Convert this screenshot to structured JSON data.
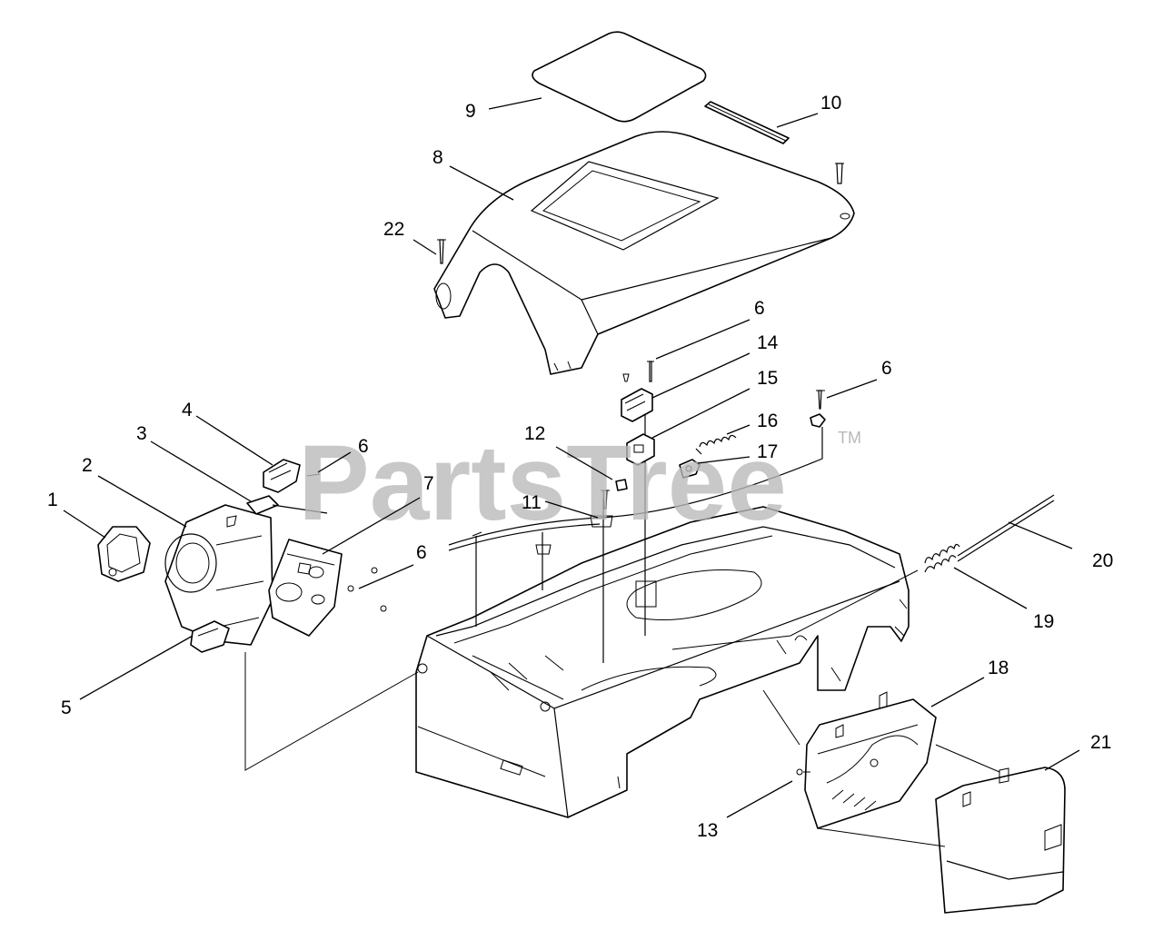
{
  "watermark": {
    "brand": "PartsTree",
    "trademark": "TM"
  },
  "callouts": [
    {
      "id": "c1",
      "label": "1"
    },
    {
      "id": "c2",
      "label": "2"
    },
    {
      "id": "c3",
      "label": "3"
    },
    {
      "id": "c4",
      "label": "4"
    },
    {
      "id": "c5",
      "label": "5"
    },
    {
      "id": "c6a",
      "label": "6"
    },
    {
      "id": "c6b",
      "label": "6"
    },
    {
      "id": "c6c",
      "label": "6"
    },
    {
      "id": "c6d",
      "label": "6"
    },
    {
      "id": "c7",
      "label": "7"
    },
    {
      "id": "c8",
      "label": "8"
    },
    {
      "id": "c9",
      "label": "9"
    },
    {
      "id": "c10",
      "label": "10"
    },
    {
      "id": "c11",
      "label": "11"
    },
    {
      "id": "c12",
      "label": "12"
    },
    {
      "id": "c13",
      "label": "13"
    },
    {
      "id": "c14",
      "label": "14"
    },
    {
      "id": "c15",
      "label": "15"
    },
    {
      "id": "c16",
      "label": "16"
    },
    {
      "id": "c17",
      "label": "17"
    },
    {
      "id": "c18",
      "label": "18"
    },
    {
      "id": "c19",
      "label": "19"
    },
    {
      "id": "c20",
      "label": "20"
    },
    {
      "id": "c21",
      "label": "21"
    },
    {
      "id": "c22",
      "label": "22"
    }
  ]
}
